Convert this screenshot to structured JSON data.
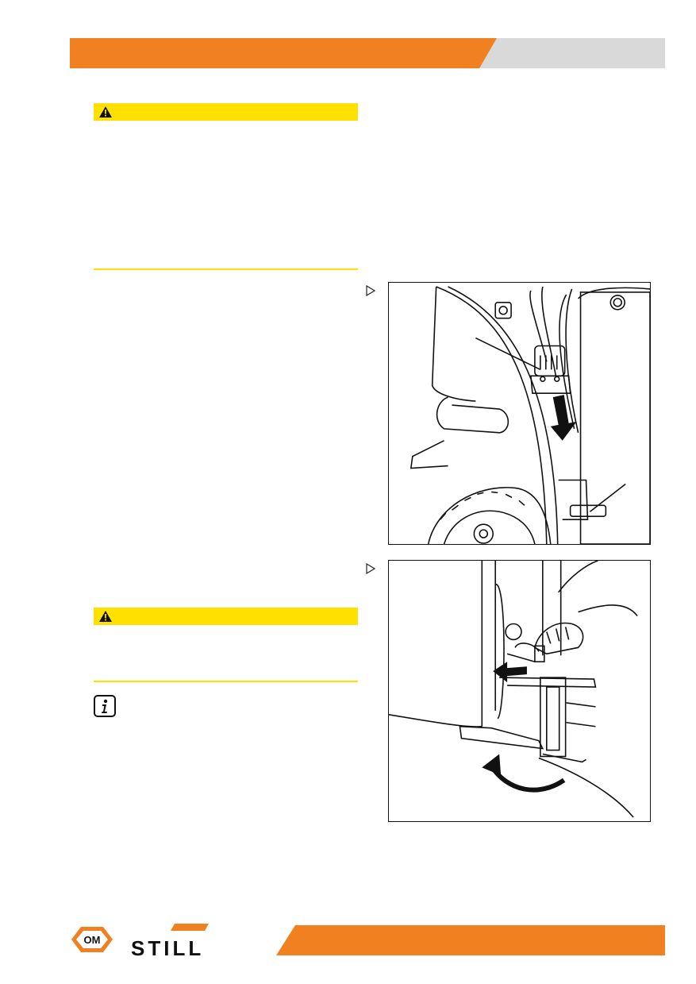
{
  "header": {
    "accent_color": "#f08020",
    "tab_color": "#d9d9d9"
  },
  "warnings": [
    {
      "icon": "warning-triangle-icon",
      "color": "#ffe000"
    },
    {
      "icon": "warning-triangle-icon",
      "color": "#ffe000"
    }
  ],
  "note": {
    "icon": "info-icon"
  },
  "figures": [
    {
      "icon": "figure-marker-icon",
      "subject": "connector-plug-release"
    },
    {
      "icon": "figure-marker-icon",
      "subject": "fork-arm-removal"
    }
  ],
  "footer": {
    "logo_om": "OM",
    "logo_still": "STILL",
    "accent_color": "#f08020"
  }
}
